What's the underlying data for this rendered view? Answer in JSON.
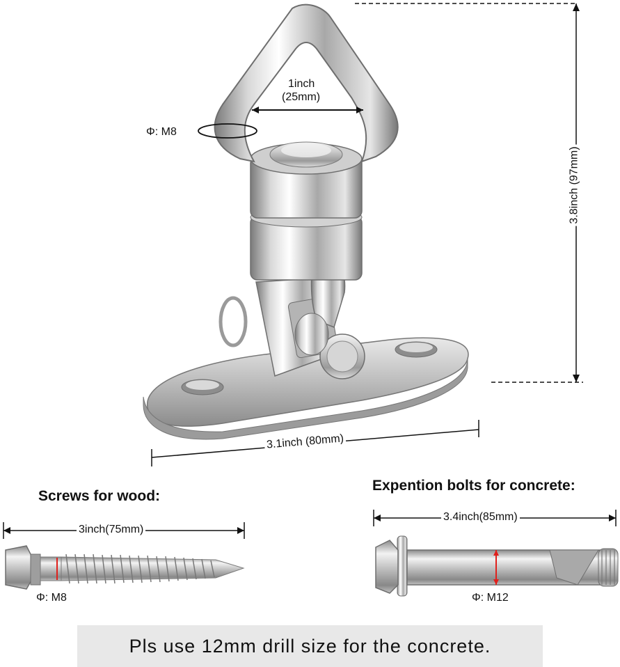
{
  "dimensions": {
    "ring_inner_width": "1inch\n(25mm)",
    "ring_inner_width_line1": "1inch",
    "ring_inner_width_line2": "(25mm)",
    "ring_diameter": "Φ: M8",
    "total_height": "3.8inch (97mm)",
    "base_length": "3.1inch (80mm)"
  },
  "wood_screw": {
    "heading": "Screws for wood:",
    "length": "3inch(75mm)",
    "diameter": "Φ: M8"
  },
  "concrete_bolt": {
    "heading": "Expention bolts for concrete:",
    "length": "3.4inch(85mm)",
    "diameter": "Φ: M12"
  },
  "note": "Pls use 12mm drill size for the concrete.",
  "colors": {
    "steel_light": "#f2f2f2",
    "steel_mid": "#b9b9b9",
    "steel_dark": "#6e6e6e",
    "measure_red": "#e0201c",
    "note_bar": "#e8e8e8"
  }
}
